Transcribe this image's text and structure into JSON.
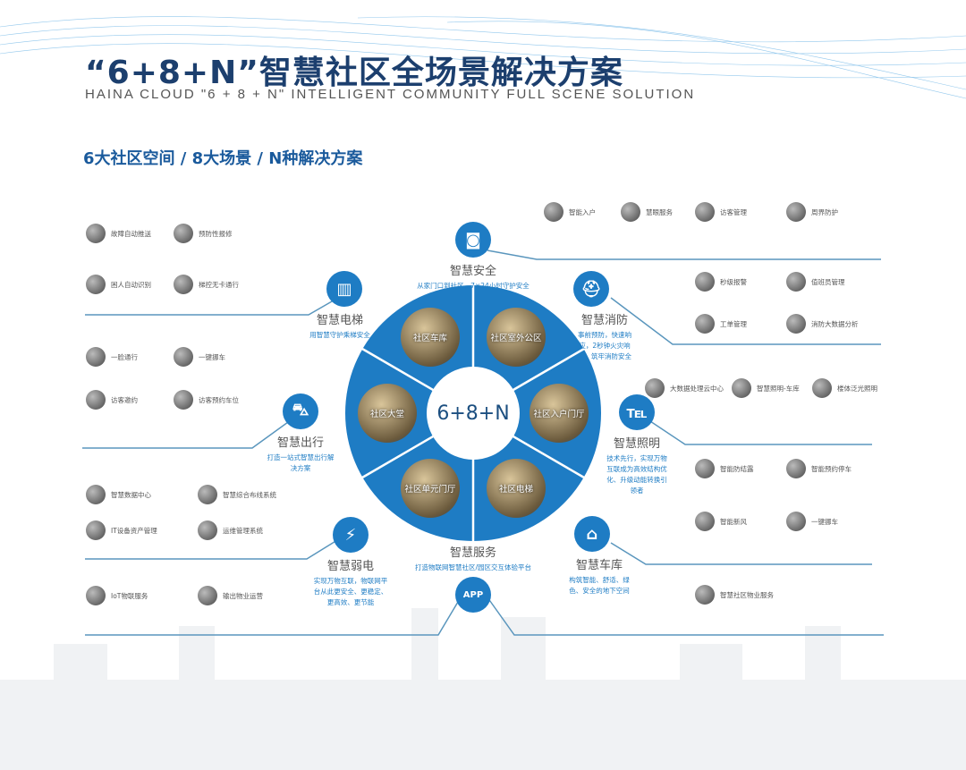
{
  "header": {
    "title": "“6+8+N”智慧社区全场景解决方案",
    "subtitle": "HAINA CLOUD \"6 + 8 + N\" INTELLIGENT COMMUNITY FULL SCENE SOLUTION",
    "tagline": "6大社区空间 / 8大场景 / N种解决方案"
  },
  "center": "6+8+N",
  "spaces": [
    "社区车库",
    "社区室外公区",
    "社区入户门厅",
    "社区电梯",
    "社区单元门厅",
    "社区大堂"
  ],
  "categories": {
    "security": {
      "icon": "camera-icon",
      "name": "智慧安全",
      "desc": "从家门口到社区，7×24小时守护安全"
    },
    "elevator": {
      "icon": "elevator-icon",
      "name": "智慧电梯",
      "desc": "用智慧守护乘梯安全"
    },
    "fire": {
      "icon": "helmet-icon",
      "name": "智慧消防",
      "desc": "事前预防，快速响应，2秒钟火灾响应，筑牢消防安全"
    },
    "travel": {
      "icon": "car-gate-icon",
      "name": "智慧出行",
      "desc": "打造一站式智慧出行解决方案"
    },
    "lighting": {
      "icon": "street-lamp-icon",
      "name": "智慧照明",
      "desc": "技术先行，实现万物互联成为高效结构优化、升级动能转换引领者"
    },
    "weak": {
      "icon": "lightning-icon",
      "name": "智慧弱电",
      "desc": "实现万物互联，物联网平台从此更安全、更稳定、更高效、更节能"
    },
    "garage": {
      "icon": "house-car-icon",
      "name": "智慧车库",
      "desc": "构筑智能、舒适、绿色、安全的地下空间"
    },
    "service": {
      "icon": "app-icon",
      "name": "智慧服务",
      "desc": "打造物联网智慧社区/园区交互体验平台",
      "app": "APP"
    }
  },
  "items": [
    "故障自动推送",
    "预防性报修",
    "困人自动识别",
    "梯控无卡通行",
    "一脸通行",
    "一键挪车",
    "访客邀约",
    "访客预约车位",
    "智慧数据中心",
    "智慧综合布线系统",
    "IT设备资产管理",
    "运维管理系统",
    "IoT物联服务",
    "输出物业运营",
    "智能入户",
    "慧眼服务",
    "访客管理",
    "周界防护",
    "秒级报警",
    "值班员管理",
    "工单管理",
    "消防大数据分析",
    "大数据处理云中心",
    "智慧照明-车库",
    "楼体泛光照明",
    "智能防结露",
    "智能预约停车",
    "智能新风",
    "一键挪车",
    "智慧社区物业服务"
  ],
  "colors": {
    "accent": "#1e7cc4",
    "title": "#1c3f6e"
  }
}
